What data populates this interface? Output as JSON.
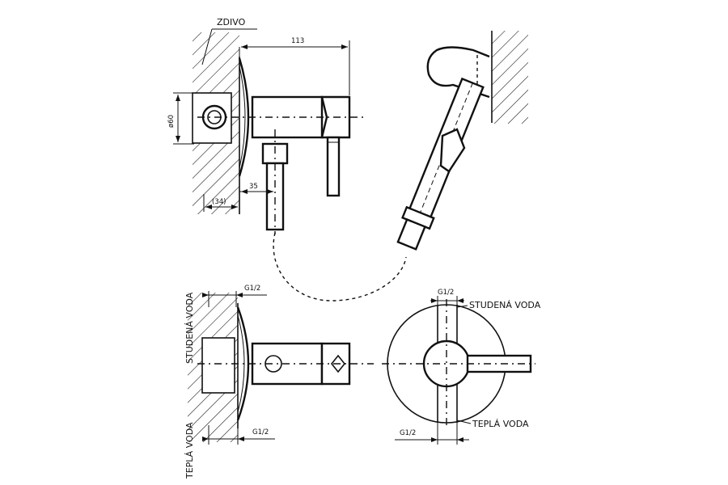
{
  "labels": {
    "wall": "ZDIVO",
    "dim_length": "113",
    "dim_diameter": "ø60",
    "dim_offset": "35",
    "dim_depth": "(34)",
    "cold_water_side": "STUDENÁ VODA",
    "hot_water_side": "TEPLÁ VODA",
    "cold_water_front": "STUDENÁ VODA",
    "hot_water_front": "TEPLÁ VODA",
    "thread_side_top": "G1/2",
    "thread_side_bottom": "G1/2",
    "thread_front_top": "G1/2",
    "thread_front_bottom": "G1/2"
  },
  "colors": {
    "line": "#111111",
    "background": "#ffffff"
  }
}
